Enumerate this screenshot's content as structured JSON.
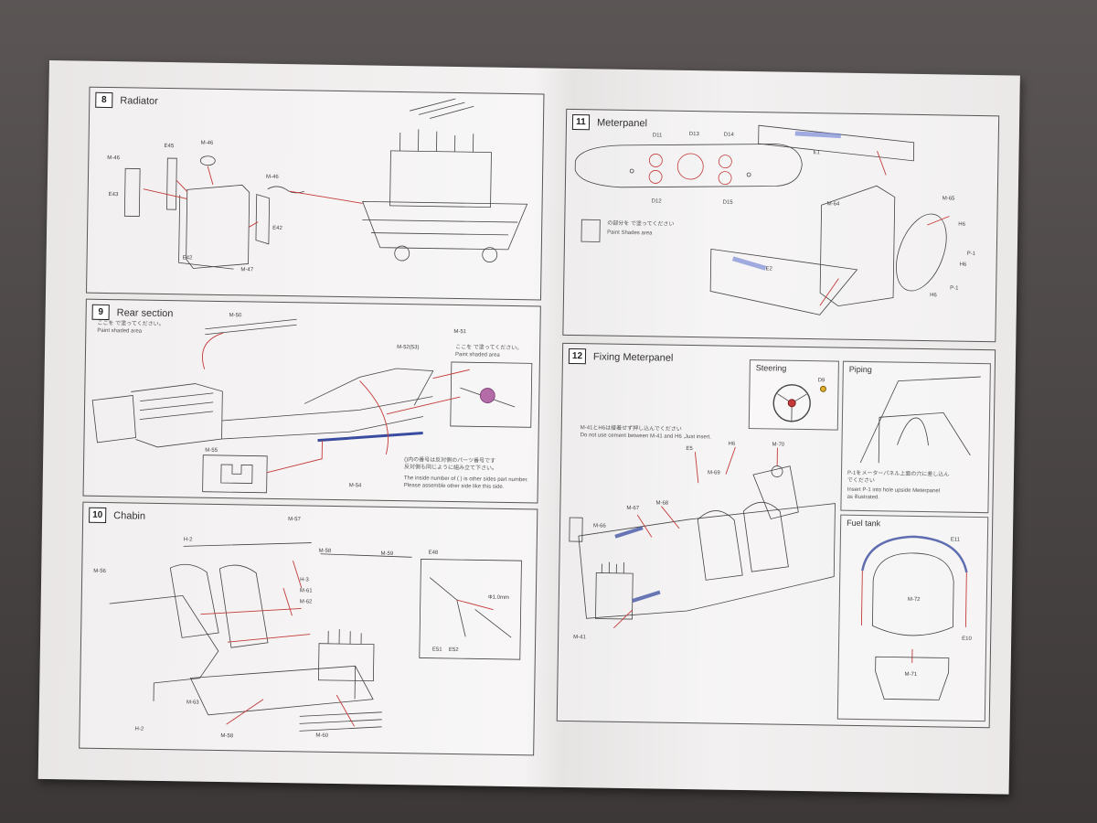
{
  "panels": {
    "p8": {
      "num": "8",
      "title": "Radiator",
      "parts": [
        "M-46",
        "E45",
        "M-46",
        "M-46",
        "E43",
        "E42",
        "E42",
        "M-47"
      ]
    },
    "p9": {
      "num": "9",
      "title": "Rear section",
      "parts": [
        "M-50",
        "M-51",
        "M-52(53)",
        "M-55",
        "M-54"
      ],
      "notes": [
        "ここを で塗ってください。",
        "Paint shaded area",
        "ここを で塗ってください。",
        "Paint shaded area",
        "()内の番号は反対側のパーツ番号です",
        "反対側も同じように組み立て下さい。",
        "The inside number of ( ) is other sides part number.",
        "Please assemble other side like this side."
      ]
    },
    "p10": {
      "num": "10",
      "title": "Chabin",
      "parts": [
        "M-57",
        "H-2",
        "M-58",
        "M-59",
        "E48",
        "M-56",
        "H-3",
        "M-61",
        "M-62",
        "E51",
        "E52",
        "M-63",
        "H-2",
        "M-58",
        "M-60"
      ],
      "detail": "Φ1.0mm"
    },
    "p11": {
      "num": "11",
      "title": "Meterpanel",
      "parts": [
        "D11",
        "D13",
        "D14",
        "D12",
        "D15",
        "E1",
        "M-64",
        "M-65",
        "E2",
        "H6",
        "H6",
        "P-1",
        "H6",
        "P-1"
      ],
      "notes": [
        "の部分を で塗ってください",
        "Paint Shades area"
      ]
    },
    "p12": {
      "num": "12",
      "title": "Fixing Meterpanel",
      "notes": [
        "M-41とH6は接着せず押し込んでください",
        "Do not use cement between M-41 and H6 ,Just insert."
      ],
      "parts": [
        "E5",
        "H6",
        "M-70",
        "M-69",
        "M-67",
        "M-68",
        "M-66",
        "M-41"
      ],
      "steering": {
        "title": "Steering",
        "part": "D9"
      },
      "piping": {
        "title": "Piping",
        "notes": [
          "P-1をメーターパネル上面の穴に差し込ん",
          "でください",
          "Insert P-1 into hole upside Meterpanel",
          "as illustrated."
        ]
      },
      "fueltank": {
        "title": "Fuel tank",
        "parts": [
          "E11",
          "M-72",
          "E10",
          "M-71"
        ]
      }
    }
  }
}
